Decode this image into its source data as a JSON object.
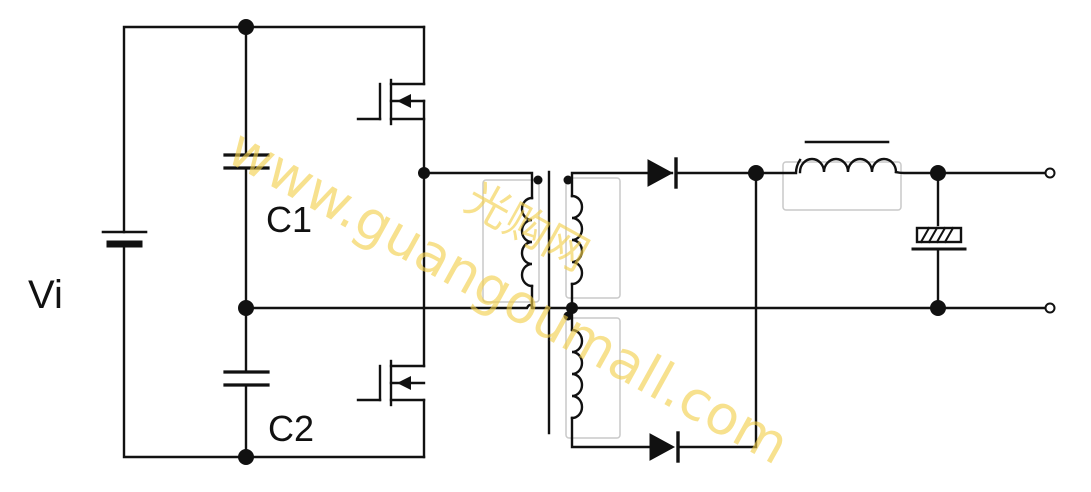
{
  "labels": {
    "vi": "Vi",
    "c1": "C1",
    "c2": "C2"
  },
  "watermark": {
    "url": "www.guangoumall.com",
    "cjk": "光购网"
  },
  "colors": {
    "wire": "#111111",
    "watermark": "#f3cf4a",
    "ghost": "#c9c9c9"
  }
}
